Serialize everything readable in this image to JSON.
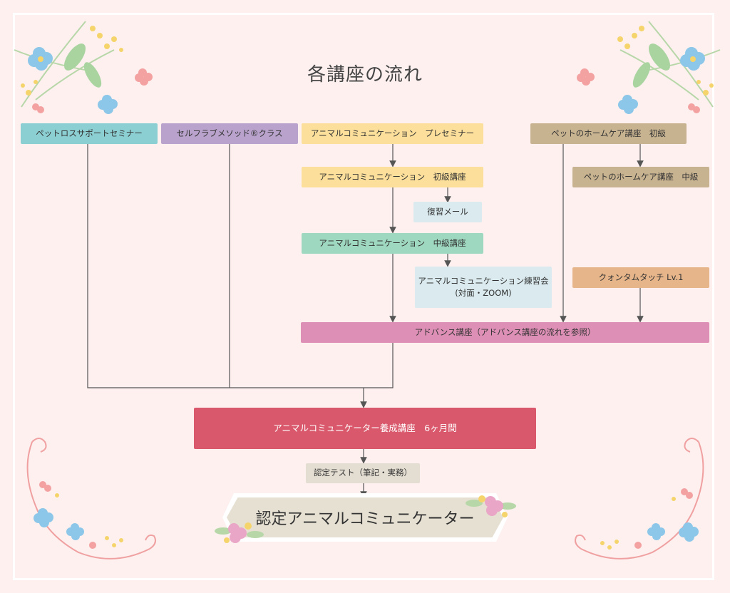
{
  "title": "各講座の流れ",
  "nodes": {
    "pet_loss": "ペットロスサポートセミナー",
    "self_love": "セルフラブメソッド®クラス",
    "ac_pre": "アニマルコミュニケーション　プレセミナー",
    "home_care_basic": "ペットのホームケア講座　初級",
    "ac_basic": "アニマルコミュニケーション　初級講座",
    "home_care_mid": "ペットのホームケア講座　中級",
    "review_mail": "復習メール",
    "ac_mid": "アニマルコミュニケーション　中級講座",
    "practice_line1": "アニマルコミュニケーション練習会",
    "practice_line2": "(対面・ZOOM)",
    "quantum": "クォンタムタッチ Lv.1",
    "advance": "アドバンス講座（アドバンス講座の流れを参照）",
    "training": "アニマルコミュニケーター養成講座　6ヶ月間",
    "test": "認定テスト（筆記・実務）",
    "certified": "認定アニマルコミュニケーター"
  },
  "colors": {
    "background": "#fdf0ef",
    "line": "#555555",
    "teal": "#8ccfd2",
    "purple": "#b9a3cd",
    "yellow": "#fbdf9a",
    "mint": "#9fd8c0",
    "light_blue": "#daeaee",
    "tan": "#c8b391",
    "peach": "#e6b58a",
    "pink": "#dd8fb5",
    "red": "#d9586b",
    "beige": "#e4ded2"
  },
  "decorations": [
    "flower-bouquet-top-left-icon",
    "flower-bouquet-top-right-icon",
    "floral-swirl-bottom-left-icon",
    "floral-swirl-bottom-right-icon",
    "flower-cluster-icon"
  ]
}
